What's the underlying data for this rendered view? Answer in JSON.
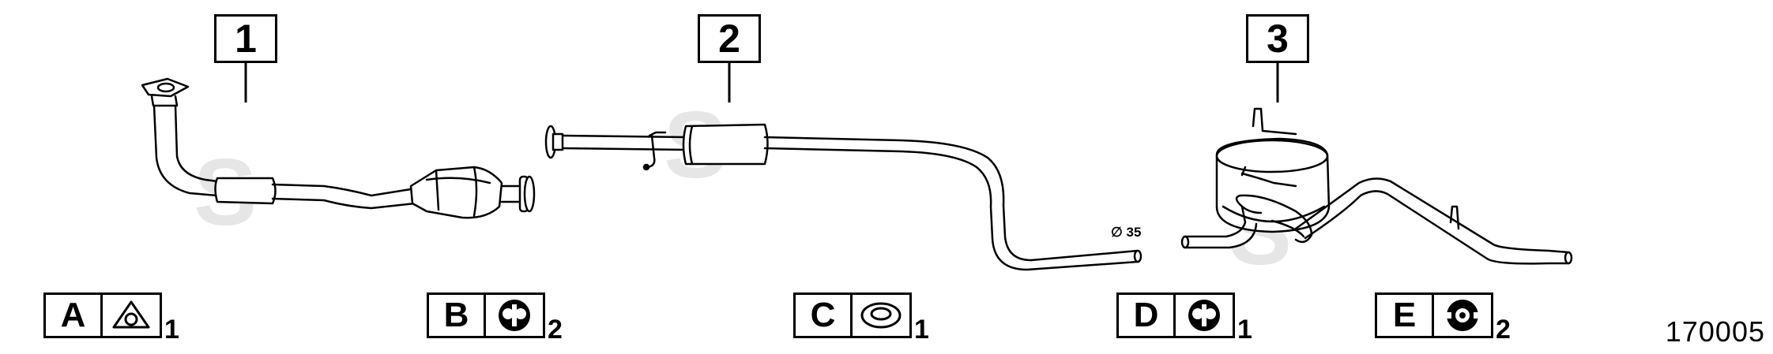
{
  "diagram": {
    "callouts": [
      {
        "label": "1"
      },
      {
        "label": "2"
      },
      {
        "label": "3"
      }
    ],
    "diameter_label": "∅ 35",
    "parts": [
      {
        "letter": "A",
        "qty": "1",
        "icon": "gasket-triangle-icon"
      },
      {
        "letter": "B",
        "qty": "2",
        "icon": "rubber-hanger-icon"
      },
      {
        "letter": "C",
        "qty": "1",
        "icon": "sealing-ring-icon"
      },
      {
        "letter": "D",
        "qty": "1",
        "icon": "rubber-hanger-icon"
      },
      {
        "letter": "E",
        "qty": "2",
        "icon": "rubber-mount-icon"
      }
    ],
    "reference_number": "170005"
  }
}
